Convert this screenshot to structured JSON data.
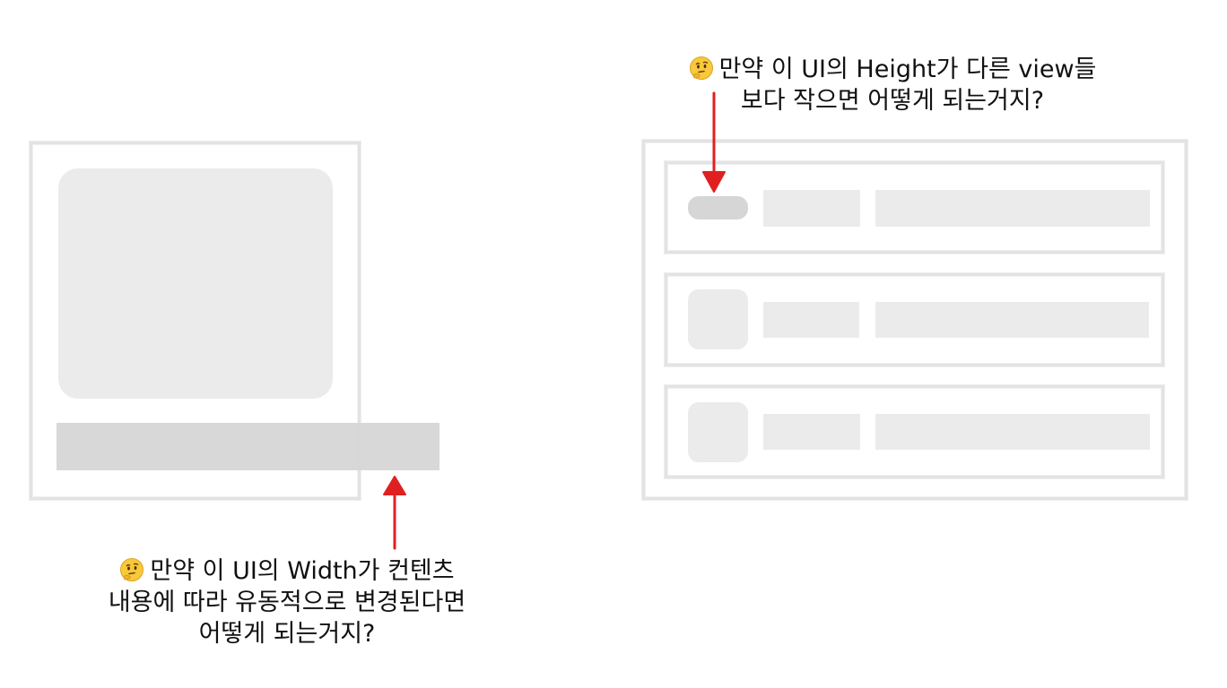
{
  "colors": {
    "frame": "#e3e3e3",
    "placeholder_light": "#ebebeb",
    "placeholder_dark": "#d6d6d6",
    "arrow": "#e02020",
    "text": "#111111"
  },
  "left_annotation": {
    "icon": "thinking-face-emoji",
    "line1": "만약 이 UI의 Width가 컨텐츠",
    "line2": "내용에 따라 유동적으로 변경된다면",
    "line3": "어떻게 되는거지?"
  },
  "right_annotation": {
    "icon": "thinking-face-emoji",
    "line1": "만약 이 UI의 Height가 다른 view들",
    "line2": "보다 작으면 어떻게 되는거지?"
  },
  "list_rows_count": 3
}
